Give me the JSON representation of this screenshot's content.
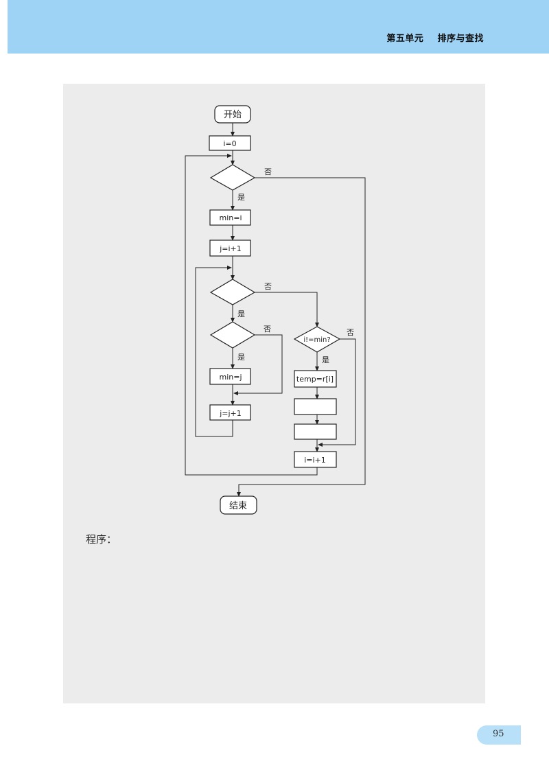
{
  "header": {
    "title": "第五单元    排序与查找"
  },
  "flowchart": {
    "start": "开始",
    "init_i": "i=0",
    "min_i": "min=i",
    "j_init": "j=i+1",
    "min_j": "min=j",
    "j_inc": "j=j+1",
    "cond_i_min": "i!=min?",
    "temp": "temp=r[i]",
    "i_inc": "i=i+1",
    "end": "结束",
    "yes": "是",
    "no": "否"
  },
  "program_label": "程序：",
  "page_number": "95"
}
